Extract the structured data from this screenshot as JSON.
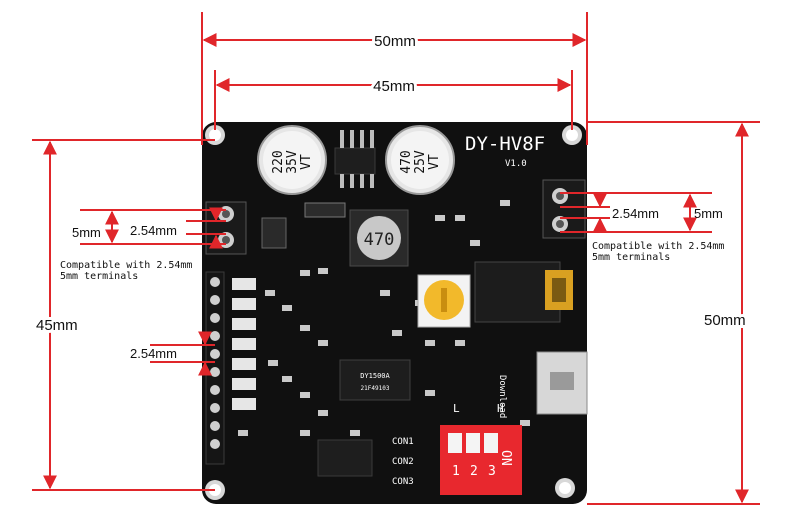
{
  "board": {
    "model": "DY-HV8F",
    "version": "V1.0",
    "capacitor_left": {
      "line1": "220",
      "line2": "35V",
      "line3": "VT"
    },
    "capacitor_right": {
      "line1": "470",
      "line2": "25V",
      "line3": "VT"
    },
    "inductor_label": "470",
    "chip_label": "DY1500A",
    "chip_sub": "21F49103",
    "download_label": "Download",
    "l_label": "L",
    "h_label": "H",
    "con_labels": [
      "CON1",
      "CON2",
      "CON3"
    ],
    "dip": {
      "on_label": "ON",
      "numbers": [
        "1",
        "2",
        "3"
      ]
    }
  },
  "dimensions": {
    "top_outer": "50mm",
    "top_inner": "45mm",
    "left_height": "45mm",
    "right_height": "50mm",
    "left_terminal_pitch": "2.54mm",
    "left_terminal_span": "5mm",
    "right_terminal_pitch": "2.54mm",
    "right_terminal_span": "5mm",
    "header_pitch": "2.54mm"
  },
  "notes": {
    "left_line1": "Compatible with 2.54mm",
    "left_line2": "5mm terminals",
    "right_line1": "Compatible with 2.54mm",
    "right_line2": "5mm terminals"
  },
  "colors": {
    "dimension_line": "#e0262a",
    "board": "#101010",
    "dip_switch": "#e8282e",
    "potentiometer": "#f2b92b"
  }
}
